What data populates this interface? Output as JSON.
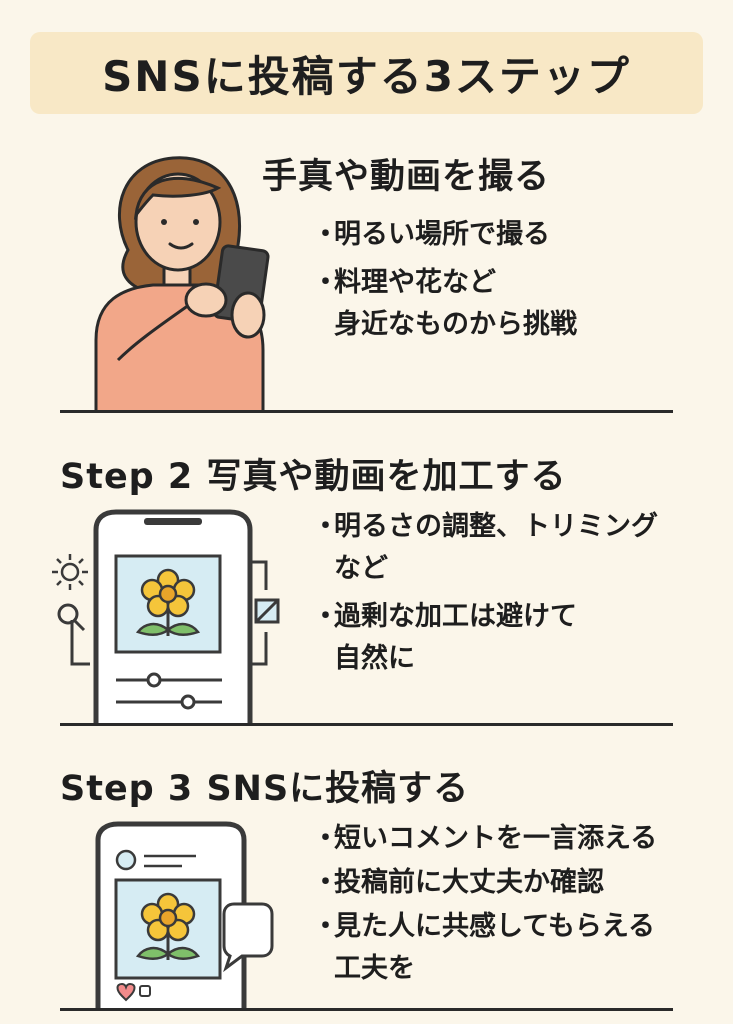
{
  "title": "SNSに投稿する3ステップ",
  "sections": [
    {
      "heading": "手真や動画を撮る",
      "bullets": [
        {
          "lines": [
            "明るい場所で撮る"
          ]
        },
        {
          "lines": [
            "料理や花など",
            "身近なものから挑戦"
          ]
        }
      ]
    },
    {
      "heading": "Step 2  写真や動画を加工する",
      "bullets": [
        {
          "lines": [
            "明るさの調整、トリミング",
            "など"
          ]
        },
        {
          "lines": [
            "過剰な加工は避けて",
            "自然に"
          ]
        }
      ]
    },
    {
      "heading": "Step 3  SNSに投稿する",
      "bullets": [
        {
          "lines": [
            "短いコメントを一言添える"
          ]
        },
        {
          "lines": [
            "投稿前に大丈夫か確認"
          ]
        },
        {
          "lines": [
            "見た人に共感してもらえる",
            "工夫を"
          ]
        }
      ]
    }
  ],
  "colors": {
    "background": "#FBF6EA",
    "title_band": "#F8E8C6",
    "skin": "#F6D2B6",
    "shirt": "#F2A789",
    "hair": "#9A6438",
    "flower": "#F5C53A",
    "screen": "#D6ECF3"
  },
  "icons": [
    "woman-with-phone-illustration",
    "sun-icon",
    "search-icon",
    "crop-icon",
    "flower-icon",
    "slider-icon",
    "chat-bubble-icon",
    "heart-icon",
    "comment-icon"
  ]
}
